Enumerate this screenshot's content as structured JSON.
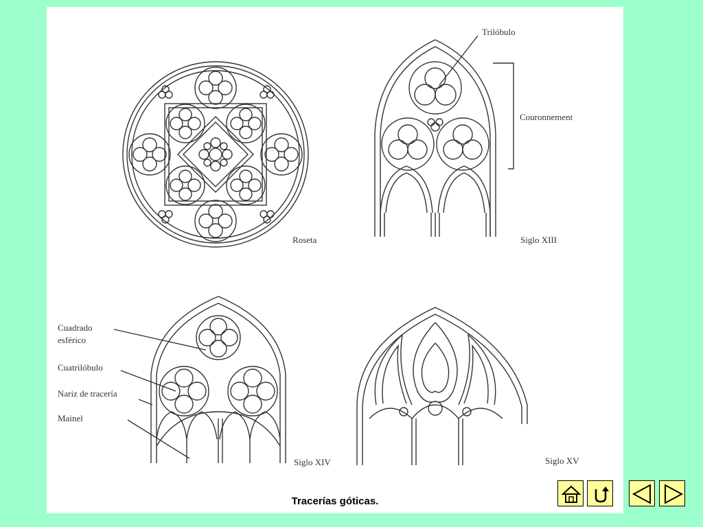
{
  "caption": "Tracerías góticas.",
  "labels": {
    "roseta": "Roseta",
    "trilobulo": "Trilóbulo",
    "couronnement": "Couronnement",
    "siglo_xiii": "Siglo XIII",
    "cuadrado_line1": "Cuadrado",
    "cuadrado_line2": "esférico",
    "cuatrilobulo": "Cuatrilóbulo",
    "nariz": "Nariz de tracería",
    "mainel": "Mainel",
    "siglo_xiv": "Siglo XIV",
    "siglo_xv": "Siglo XV"
  },
  "colors": {
    "background": "#9dffcc",
    "slide": "#ffffff",
    "nav_button": "#ffff99",
    "line": "#333333"
  },
  "nav": {
    "home_icon": "home-icon",
    "return_icon": "return-icon",
    "prev_icon": "triangle-left-icon",
    "next_icon": "triangle-right-icon"
  }
}
